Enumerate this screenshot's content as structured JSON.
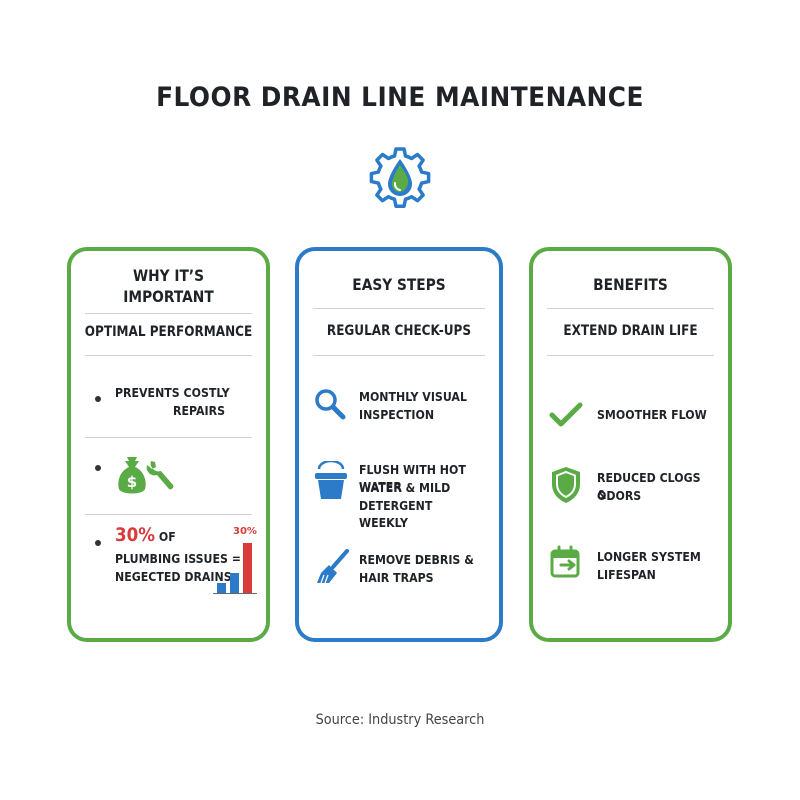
{
  "title": "FLOOR DRAIN LINE MAINTENANCE",
  "cards": [
    {
      "title_line1": "WHY IT’S",
      "title_line2": "IMPORTANT",
      "subtitle": "OPTIMAL PERFORMANCE",
      "item1_line1": "PREVENTS COSTLY",
      "item1_line2": "REPAIRS",
      "icon2": "money-bag-wrench-icon",
      "stat_pct": "30%",
      "stat_text_line1": "OF",
      "stat_text_line2": "PLUMBING ISSUES =",
      "stat_text_line3": "NEGECTED DRAINS",
      "chart_label": "30%"
    },
    {
      "title": "EASY STEPS",
      "subtitle": "REGULAR CHECK-UPS",
      "items": [
        {
          "icon": "magnifier-icon",
          "line1": "MONTHLY VISUAL",
          "line2": "INSPECTION",
          "line3": ""
        },
        {
          "icon": "bucket-icon",
          "line1": "FLUSH WITH HOT WATER",
          "line2": "WATER & MILD",
          "line3": "DETERGENT WEEKLY"
        },
        {
          "icon": "brush-icon",
          "line1": "REMOVE DEBRIS &",
          "line2": "HAIR TRAPS",
          "line3": ""
        }
      ]
    },
    {
      "title": "BENEFITS",
      "subtitle": "EXTEND DRAIN LIFE",
      "items": [
        {
          "icon": "checkmark-icon",
          "line1": "SMOOTHER FLOW",
          "line2": ""
        },
        {
          "icon": "shield-icon",
          "line1": "REDUCED CLOGS &",
          "line2": "ODORS"
        },
        {
          "icon": "calendar-arrow-icon",
          "line1": "LONGER SYSTEM",
          "line2": "LIFESPAN"
        }
      ]
    }
  ],
  "source": "Source: Industry Research",
  "colors": {
    "green": "#5aab46",
    "blue": "#2b7bc8",
    "red": "#d93a3a"
  }
}
